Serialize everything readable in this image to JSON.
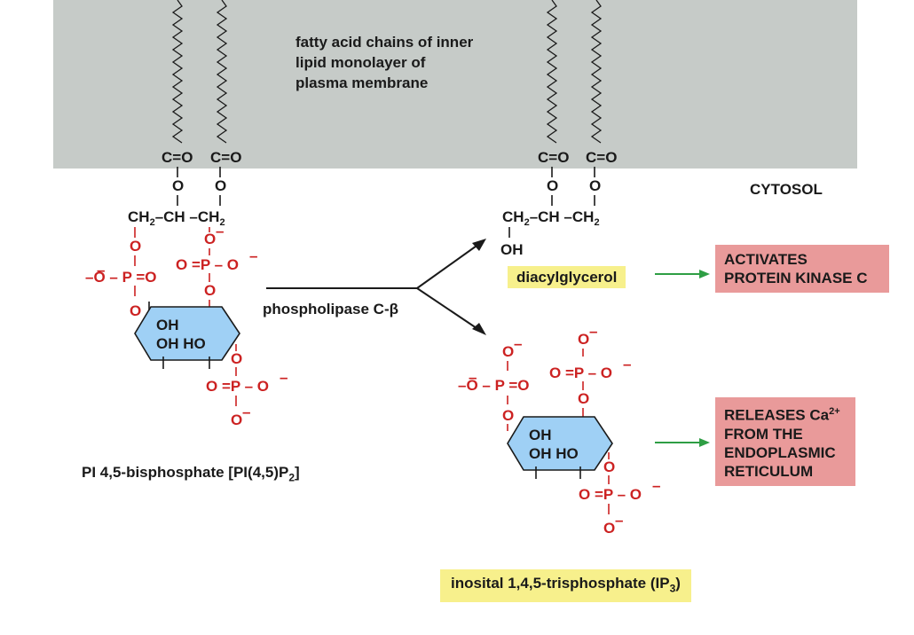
{
  "membrane_label": [
    "fatty acid chains of inner",
    "lipid monolayer of",
    "plasma membrane"
  ],
  "cytosol_label": "CYTOSOL",
  "enzyme_label": "phospholipase C-β",
  "substrate_label": "PI 4,5-bisphosphate [PI(4,5)P",
  "substrate_label_sub": "2",
  "substrate_label_end": "]",
  "product_dag_label": "diacylglycerol",
  "product_ip3_label": "inosital 1,4,5-trisphosphate (IP",
  "product_ip3_sub": "3",
  "product_ip3_end": ")",
  "effect_pkc": [
    "ACTIVATES",
    "PROTEIN KINASE C"
  ],
  "effect_ca_line1": "RELEASES Ca",
  "effect_ca_sup": "2+",
  "effect_ca_lines": [
    "FROM THE",
    "ENDOPLASMIC",
    "RETICULUM"
  ],
  "colors": {
    "membrane": "#c6cbc8",
    "oxygen_red": "#cc2222",
    "ring_fill": "#9fd0f5",
    "yellow_box": "#f7f08c",
    "pink_box": "#e99a9a",
    "green_arrow": "#2e9e44"
  }
}
